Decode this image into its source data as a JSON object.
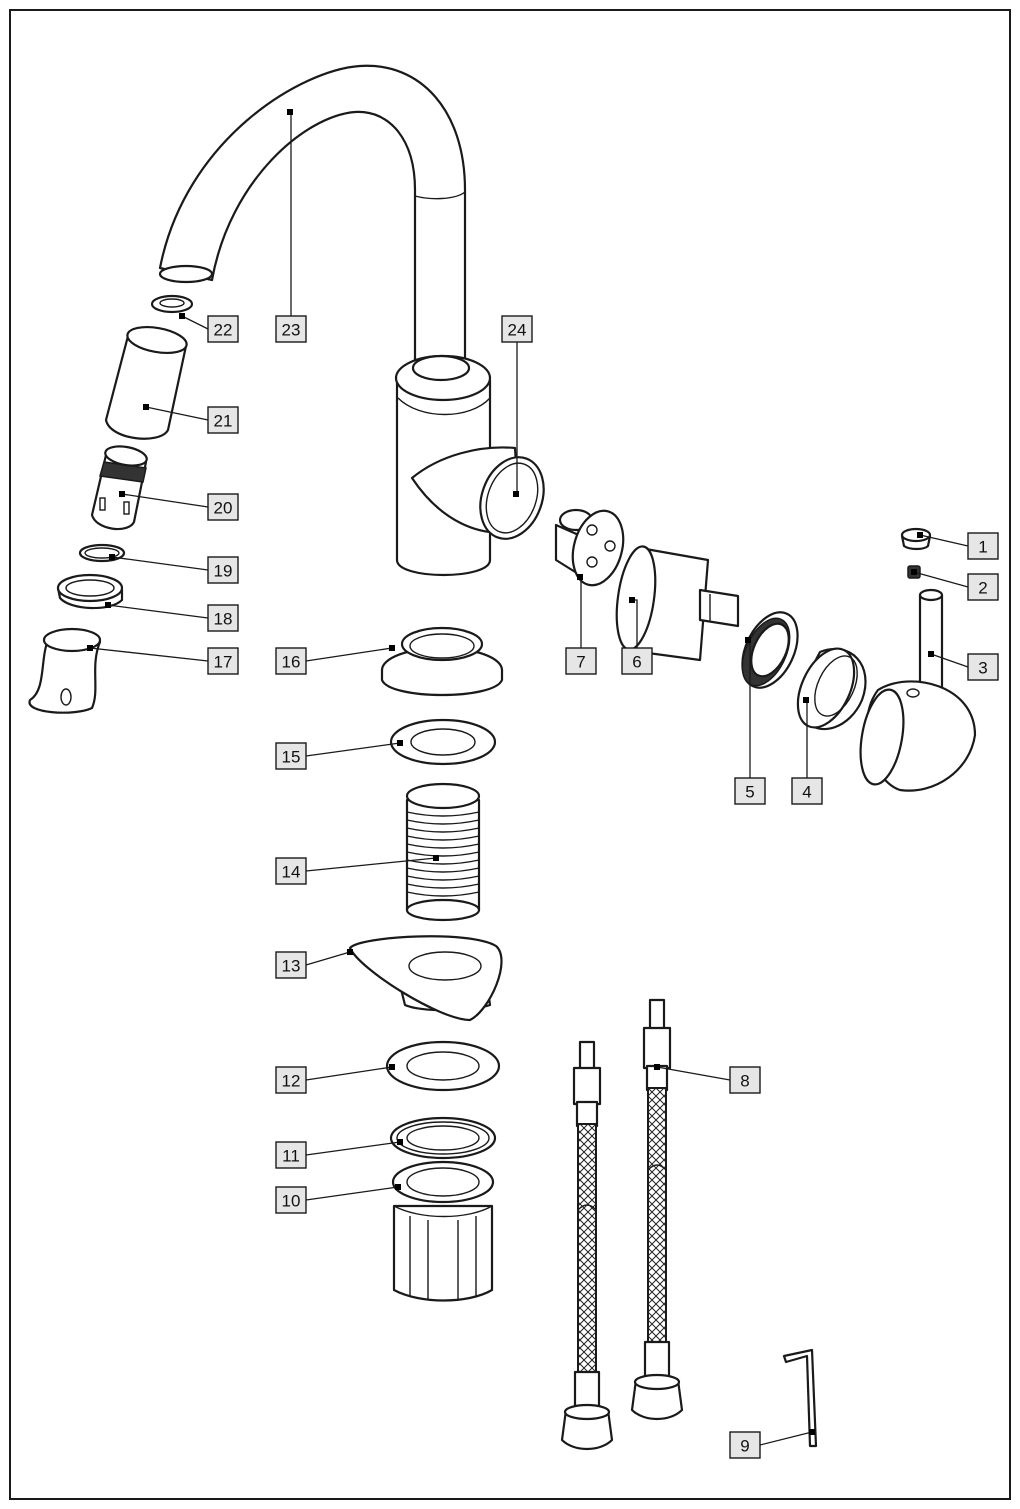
{
  "diagram": {
    "type": "exploded-parts-view",
    "callouts": [
      {
        "id": "1",
        "label": "1"
      },
      {
        "id": "2",
        "label": "2"
      },
      {
        "id": "3",
        "label": "3"
      },
      {
        "id": "4",
        "label": "4"
      },
      {
        "id": "5",
        "label": "5"
      },
      {
        "id": "6",
        "label": "6"
      },
      {
        "id": "7",
        "label": "7"
      },
      {
        "id": "8",
        "label": "8"
      },
      {
        "id": "9",
        "label": "9"
      },
      {
        "id": "10",
        "label": "10"
      },
      {
        "id": "11",
        "label": "11"
      },
      {
        "id": "12",
        "label": "12"
      },
      {
        "id": "13",
        "label": "13"
      },
      {
        "id": "14",
        "label": "14"
      },
      {
        "id": "15",
        "label": "15"
      },
      {
        "id": "16",
        "label": "16"
      },
      {
        "id": "17",
        "label": "17"
      },
      {
        "id": "18",
        "label": "18"
      },
      {
        "id": "19",
        "label": "19"
      },
      {
        "id": "20",
        "label": "20"
      },
      {
        "id": "21",
        "label": "21"
      },
      {
        "id": "22",
        "label": "22"
      },
      {
        "id": "23",
        "label": "23"
      },
      {
        "id": "24",
        "label": "24"
      }
    ]
  }
}
